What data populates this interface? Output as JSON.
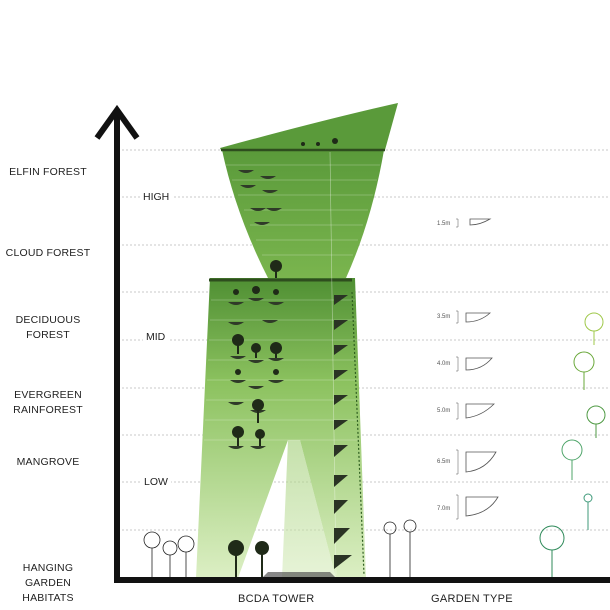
{
  "habitats": [
    {
      "id": "elfin",
      "lines": [
        "ELFIN FOREST"
      ]
    },
    {
      "id": "cloud",
      "lines": [
        "CLOUD FOREST"
      ]
    },
    {
      "id": "deciduous",
      "lines": [
        "DECIDUOUS",
        "FOREST"
      ]
    },
    {
      "id": "evergreen",
      "lines": [
        "EVERGREEN",
        "RAINFOREST"
      ]
    },
    {
      "id": "mangrove",
      "lines": [
        "MANGROVE"
      ]
    },
    {
      "id": "hanging",
      "lines": [
        "HANGING GARDEN",
        "HABITATS"
      ]
    }
  ],
  "levels": {
    "high": "HIGH",
    "mid": "MID",
    "low": "LOW"
  },
  "footer": {
    "tower": "BCDA TOWER",
    "garden_type": "GARDEN TYPE"
  },
  "dimensions": [
    "1.5m",
    "3.5m",
    "4.0m",
    "5.0m",
    "6.5m",
    "7.0m"
  ],
  "colors": {
    "tower_dark": "#5a9a3a",
    "tower_light": "#c8e6a8",
    "axis": "#111111",
    "grid": "#b8b8b8"
  }
}
